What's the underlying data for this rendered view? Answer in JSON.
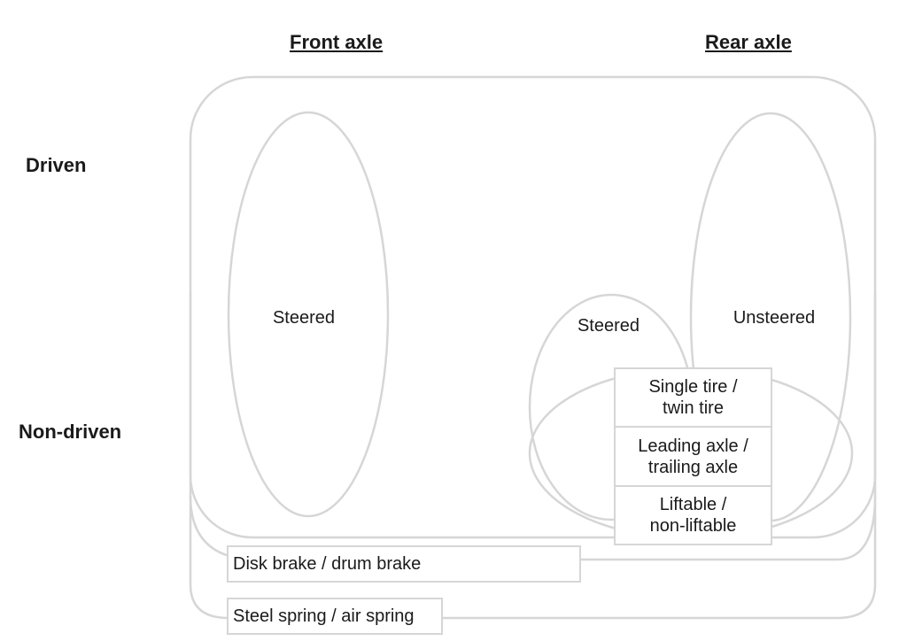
{
  "headers": {
    "front": "Front axle",
    "rear": "Rear axle"
  },
  "rows": {
    "driven": "Driven",
    "non_driven": "Non-driven"
  },
  "regions": {
    "front_steered": "Steered",
    "rear_steered": "Steered",
    "rear_unsteered": "Unsteered"
  },
  "options": {
    "tire_1": "Single tire /",
    "tire_2": "twin tire",
    "axle_1": "Leading axle /",
    "axle_2": "trailing axle",
    "lift_1": "Liftable /",
    "lift_2": "non-liftable"
  },
  "brakes": "Disk brake / drum brake",
  "springs": "Steel spring / air spring",
  "colors": {
    "line": "#d6d6d6",
    "text": "#1a1a1a"
  }
}
